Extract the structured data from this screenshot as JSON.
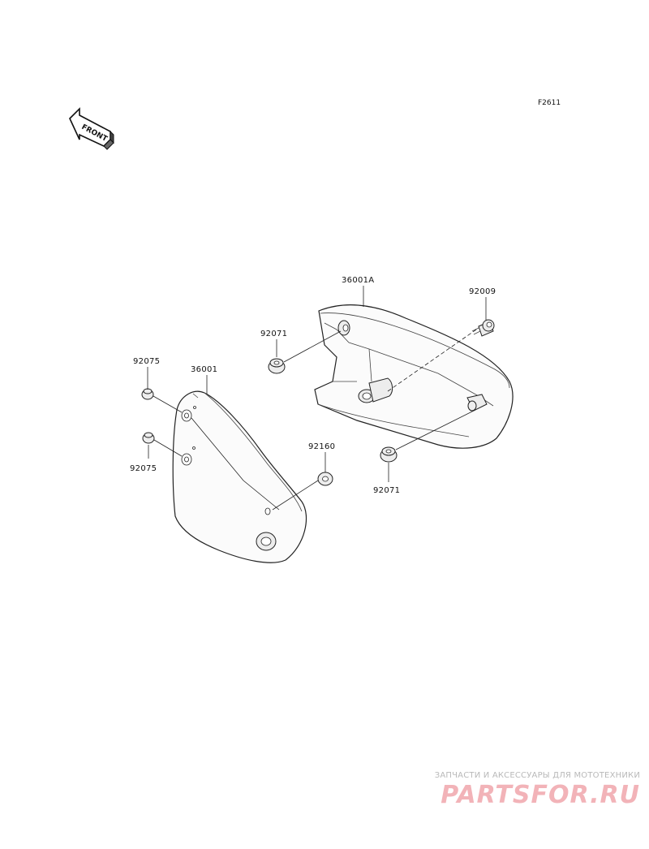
{
  "figure_code": "F2611",
  "front_label": "FRONT",
  "callouts": {
    "right_cover": "36001A",
    "left_cover": "36001",
    "bolt": "92009",
    "grommet_upper": "92071",
    "grommet_lower": "92071",
    "damper_upper": "92075",
    "damper_lower": "92075",
    "washer": "92160"
  },
  "watermark": {
    "tagline": "ЗАПЧАСТИ И АКСЕССУАРЫ ДЛЯ МОТОТЕХНИКИ",
    "brand": "PARTSFOR.RU"
  }
}
